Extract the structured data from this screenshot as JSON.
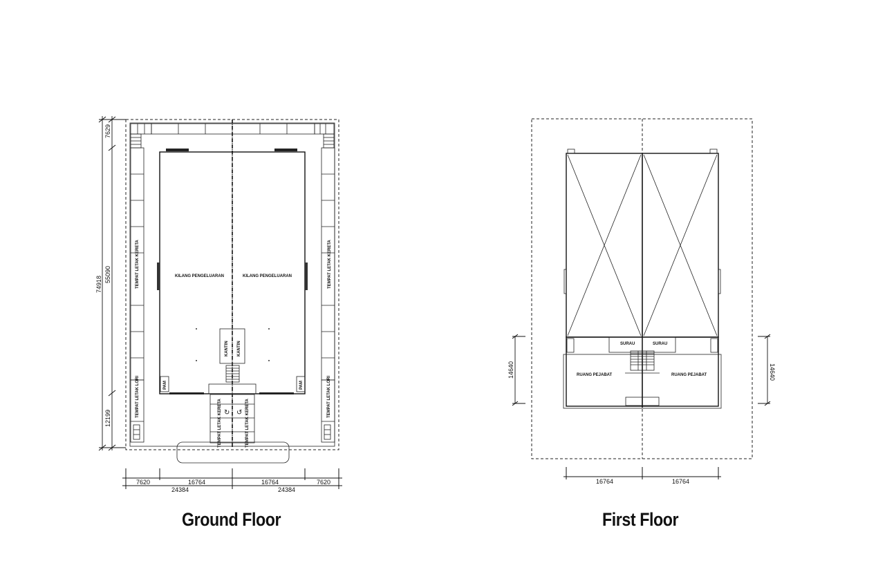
{
  "ground_floor": {
    "title": "Ground Floor",
    "rooms": {
      "factory_left": "KILANG PENGELUARAN",
      "factory_right": "KILANG PENGELUARAN",
      "canteen_left": "KANTIN",
      "canteen_right": "KANTIN",
      "car_park_left": "TEMPAT LETAK KERETA",
      "car_park_right": "TEMPAT LETAK KERETA",
      "car_park_front_left": "TEMPAT LETAK KERETA",
      "car_park_front_right": "TEMPAT LETAK KERETA",
      "lorry_park_left": "TEMPAT LETAK LORI",
      "lorry_park_right": "TEMPAT LETAK LORI",
      "pump_left": "PAM",
      "pump_right": "PAM"
    },
    "dimensions": {
      "vertical_total": "74918",
      "vertical_top": "7629",
      "vertical_middle": "55090",
      "vertical_bottom": "12199",
      "horizontal_row1": [
        "7620",
        "16764",
        "16764",
        "7620"
      ],
      "horizontal_row2": [
        "24384",
        "24384"
      ]
    }
  },
  "first_floor": {
    "title": "First Floor",
    "rooms": {
      "prayer_left": "SURAU",
      "prayer_right": "SURAU",
      "office_left": "RUANG PEJABAT",
      "office_right": "RUANG PEJABAT"
    },
    "dimensions": {
      "vertical_left": "14640",
      "vertical_right": "14640",
      "horizontal": [
        "16764",
        "16764"
      ]
    }
  }
}
